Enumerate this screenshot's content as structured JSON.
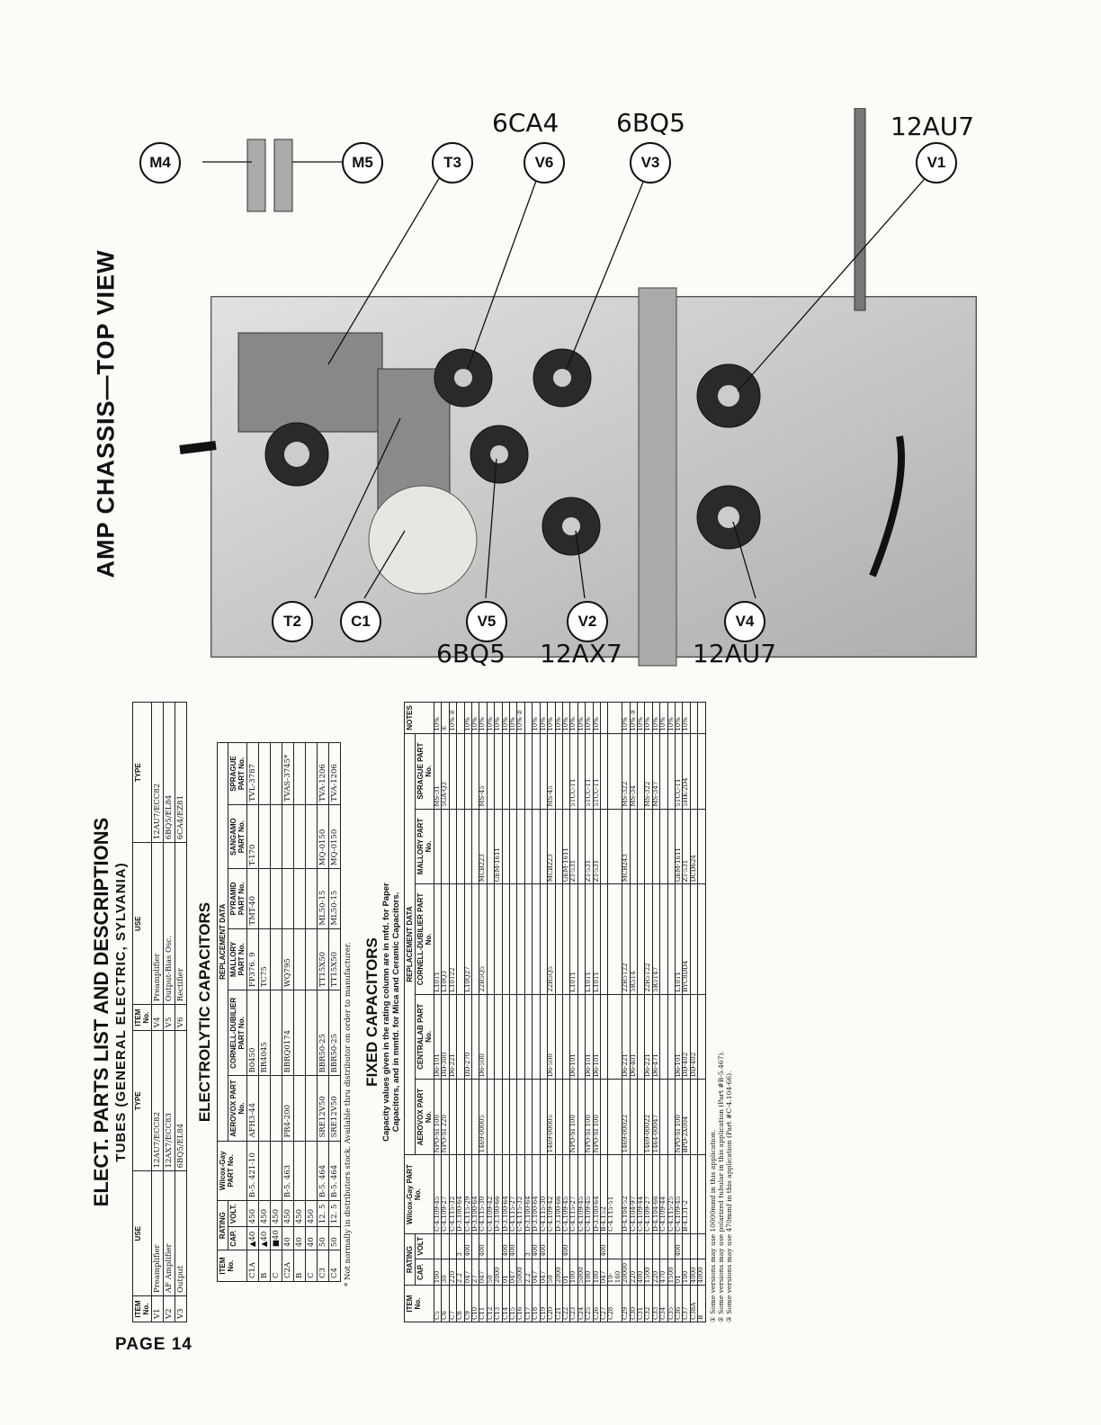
{
  "page": {
    "number": "PAGE 14"
  },
  "photo_section": {
    "title": "AMP CHASSIS—TOP VIEW",
    "tube_labels": [
      {
        "text": "6CA4"
      },
      {
        "text": "6BQ5"
      },
      {
        "text": "12AU7"
      },
      {
        "text": "6BQ5"
      },
      {
        "text": "12AX7"
      },
      {
        "text": "12AU7"
      }
    ],
    "callouts": [
      "M4",
      "M5",
      "T3",
      "V6",
      "V3",
      "V1",
      "T2",
      "C1",
      "V5",
      "V2",
      "V4"
    ]
  },
  "parts_list": {
    "title": "ELECT. PARTS LIST AND DESCRIPTIONS",
    "subtitle": "TUBES (GENERAL ELECTRIC, SYLVANIA)",
    "tubes_headers": [
      "ITEM No.",
      "USE",
      "TYPE",
      "ITEM No.",
      "USE",
      "TYPE"
    ],
    "tubes_left": [
      {
        "item": "V1",
        "use": "Preamplifier",
        "type": "12AU7/ECC82"
      },
      {
        "item": "V2",
        "use": "AF Amplifier",
        "type": "12AX7/ECC83"
      },
      {
        "item": "V3",
        "use": "Output",
        "type": "6BQ5/EL84"
      }
    ],
    "tubes_right": [
      {
        "item": "V4",
        "use": "Preamplifier",
        "type": "12AU7/ECC82"
      },
      {
        "item": "V5",
        "use": "Output-Bias Osc.",
        "type": "6BQ5/EL84"
      },
      {
        "item": "V6",
        "use": "Rectifier",
        "type": "6CA4/EZ81"
      }
    ]
  },
  "electrolytic": {
    "title": "ELECTROLYTIC CAPACITORS",
    "group_rating": "RATING",
    "group_replacement": "REPLACEMENT DATA",
    "headers": [
      "ITEM No.",
      "CAP.",
      "VOLT.",
      "Wilcox-Gay PART No.",
      "AEROVOX PART No.",
      "CORNELL-DUBILIER PART No.",
      "MALLORY PART No.",
      "PYRAMID PART No.",
      "SANGAMO PART No.",
      "SPRAGUE PART No."
    ],
    "rows": [
      [
        "C1A",
        "▲40",
        "450",
        "B-5. 421-10",
        "AFH3-44",
        "B0450",
        "FP376. 9",
        "TMT-40",
        "T-170",
        "TVL-3787"
      ],
      [
        "B",
        "▲40",
        "450",
        "",
        "",
        "BR4045",
        "TC75",
        "",
        "",
        ""
      ],
      [
        "C",
        "■40",
        "450",
        "",
        "",
        "",
        "",
        "",
        "",
        ""
      ],
      [
        "C2A",
        "40",
        "450",
        "B-5. 463",
        "PR4-200",
        "BBRQ0174",
        "WQ795",
        "",
        "",
        "TVAS-3745*"
      ],
      [
        "B",
        "40",
        "450",
        "",
        "",
        "",
        "",
        "",
        "",
        ""
      ],
      [
        "C",
        "40",
        "450",
        "",
        "",
        "",
        "",
        "",
        "",
        ""
      ],
      [
        "C3",
        "50",
        "12. 5",
        "B-5. 464",
        "SRE12V50",
        "BBR50-25",
        "TT15X50",
        "ML50-15",
        "MQ-0150",
        "TVA-1206"
      ],
      [
        "C4",
        "50",
        "12. 5",
        "B-5. 464",
        "SRE12V50",
        "BBR50-25",
        "TT15X50",
        "ML50-15",
        "MQ-0150",
        "TVA-1206"
      ]
    ],
    "footnote": "* Not normally in distributors stock.  Available thru distributor on order to manufacturer."
  },
  "fixed": {
    "title": "FIXED CAPACITORS",
    "note_line1": "Capacity values given in the rating column are in mfd. for Paper",
    "note_line2": "Capacitors, and in mmfd. for Mica and Ceramic Capacitors.",
    "group_rating": "RATING",
    "group_replacement": "REPLACEMENT DATA",
    "headers": [
      "ITEM No.",
      "CAP.",
      "VOLT",
      "Wilcox-Gay PART No.",
      "AEROVOX PART No.",
      "CENTRALAB PART No.",
      "CORNELL-DUBILIER PART No.",
      "MALLORY PART No.",
      "SPRAGUE PART No.",
      "NOTES"
    ],
    "rows": [
      [
        "C5",
        "100",
        "",
        "C-4.109-45",
        "NPO-SI 100",
        "D6-101",
        "L10T1",
        "",
        "MS-31",
        "10%"
      ],
      [
        "C6",
        "30",
        "",
        "C-4.109-27",
        "NPO-SI 220",
        "DD-300",
        "L10Q3",
        "",
        "5GA-Q3",
        "①"
      ],
      [
        "C7",
        "220",
        "",
        "C-4.115-32",
        "",
        "D6-221",
        "L10T22",
        "",
        "",
        "10% ②"
      ],
      [
        "C8",
        "2.2",
        "3",
        "D-3.100-64",
        "",
        "",
        "",
        "",
        "",
        ""
      ],
      [
        "C9",
        "047",
        "400",
        "C-4.115-29",
        "",
        "DD-270",
        "L10Q27",
        "",
        "",
        "10%"
      ],
      [
        "C10",
        "27",
        "",
        "D-3.100-64",
        "",
        "",
        "",
        "",
        "",
        "10%"
      ],
      [
        "C11",
        "047",
        "400",
        "C-4.115-30",
        "1469-00005",
        "D6-500",
        "22R5Q5",
        "MCB223",
        "MS-45",
        "10%"
      ],
      [
        "C12",
        "50",
        "",
        "C-4.109-42",
        "",
        "",
        "",
        "",
        "",
        "10%"
      ],
      [
        "C13",
        "2000",
        "",
        "D-3.100-66",
        "",
        "",
        "",
        "GEM-1611",
        "",
        "10%"
      ],
      [
        "C14",
        "01",
        "400",
        "D-3.100-64",
        "",
        "",
        "",
        "",
        "",
        "10%"
      ],
      [
        "C15",
        "047",
        "400",
        "C-4.115-27",
        "",
        "",
        "",
        "",
        "",
        "10%"
      ],
      [
        "C16",
        "5000",
        "",
        "C-4.115-32",
        "",
        "",
        "",
        "",
        "",
        "10% ②"
      ],
      [
        "C17",
        "2.2",
        "3",
        "D-3.100-64",
        "",
        "",
        "",
        "",
        "",
        ""
      ],
      [
        "C18",
        "047",
        "400",
        "D-3.100-64",
        "",
        "",
        "",
        "",
        "",
        "10%"
      ],
      [
        "C19",
        "047",
        "400",
        "C-4.115-30",
        "",
        "",
        "",
        "",
        "",
        "10%"
      ],
      [
        "C20",
        "50",
        "",
        "C-4.109-42",
        "1469-00005",
        "D6-500",
        "22R5Q5",
        "MCB223",
        "MS-45",
        "10%"
      ],
      [
        "C21",
        "2000",
        "",
        "D-3.100-66",
        "",
        "",
        "",
        "",
        "",
        "10%"
      ],
      [
        "C22",
        "01",
        "400",
        "C-4.109-45",
        "",
        "",
        "",
        "GEM-1611",
        "",
        "10%"
      ],
      [
        "C23",
        "100",
        "",
        "C-4.115-27",
        "NPO-SI 100",
        "D6-101",
        "L10T1",
        "ZT-531",
        "5TCC-T1",
        "10%"
      ],
      [
        "C24",
        "5000",
        "",
        "C-4.109-45",
        "",
        "",
        "",
        "",
        "",
        "10%"
      ],
      [
        "C25",
        "100",
        "",
        "C-4.109-45",
        "NPO-SI 100",
        "D6-101",
        "L10T1",
        "ZT-531",
        "5TCC-T1",
        "10%"
      ],
      [
        "C26",
        "100",
        "",
        "D-3.100-64",
        "NPO-SI 100",
        "D6-101",
        "L10T1",
        "ZT-531",
        "5TCC-T1",
        "10%"
      ],
      [
        "C27",
        "047",
        "400",
        "B-4.152",
        "",
        "",
        "",
        "",
        "",
        ""
      ],
      [
        "C28",
        "10-160",
        "",
        "C-4.115-51",
        "",
        "",
        "",
        "",
        "",
        ""
      ],
      [
        "C29",
        "20000",
        "",
        "D-4.104-52",
        "1469-00022",
        "D6-221",
        "22R5T22",
        "MCB243",
        "MS-322",
        "10%"
      ],
      [
        "C30",
        "220",
        "",
        "C-4.104-97",
        "",
        "D6-401",
        "5R5T4",
        "",
        "MS-34",
        "10% ③"
      ],
      [
        "C31",
        "400",
        "",
        "C-4.109-44",
        "",
        "",
        "",
        "",
        "",
        "10%"
      ],
      [
        "C32",
        "1500",
        "",
        "C-4.109-27",
        "1469-00022",
        "D6-221",
        "22R5T22",
        "",
        "MS-322",
        "10%"
      ],
      [
        "C33",
        "220",
        "",
        "D-4.104-66",
        "1464-00047",
        "D6-471",
        "5R5T47",
        "",
        "MS-347",
        "10%"
      ],
      [
        "C34",
        "470",
        "",
        "C-4.109-44",
        "",
        "",
        "",
        "",
        "",
        "10%"
      ],
      [
        "C35",
        "1500",
        "",
        "C-4.115-25",
        "",
        "",
        "",
        "",
        "",
        "10%"
      ],
      [
        "C36",
        "01",
        "400",
        "C-4.109-45",
        "NPO-SI 100",
        "D6-101",
        "L10T1",
        "GEM-1611",
        "5TCC-T1",
        "10%"
      ],
      [
        "C37",
        "100",
        "",
        "B-4.131-2",
        "BPD-2X004",
        "DD-402",
        "BYC8DD4",
        "ZT-531",
        "5HK-2D4",
        "10%"
      ],
      [
        "C38A",
        "4000",
        "",
        "",
        "",
        "DD-402",
        "",
        "DCD624",
        "",
        ""
      ],
      [
        "B",
        "4000",
        "",
        "",
        "",
        "",
        "",
        "",
        "",
        ""
      ]
    ],
    "footnotes": [
      "① Some versions may use 10000mmf in this application.",
      "② Some versions may use polarized tubular in this application (Part #B-5.467).",
      "③ Some versions may use 470mmf in this application (Part #C-4.104-66)."
    ]
  }
}
